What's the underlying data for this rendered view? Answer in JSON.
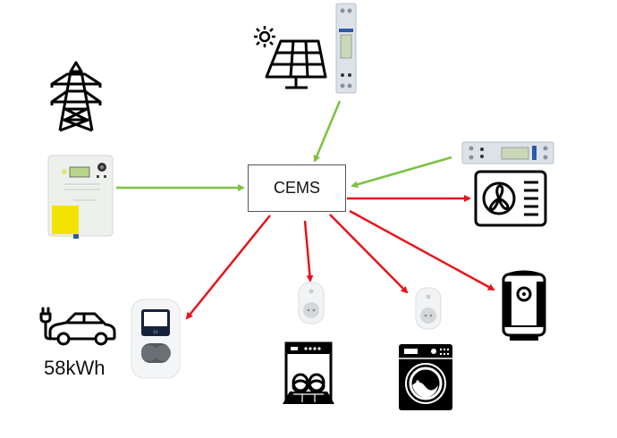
{
  "diagram": {
    "center_node": {
      "label": "CEMS"
    },
    "ev": {
      "capacity_label": "58kWh"
    },
    "colors": {
      "supply_arrow": "#7cc242",
      "load_arrow": "#e8141b",
      "icon": "#000000",
      "device_body": "#e9ecef",
      "device_screen": "#c9d9b8",
      "meter_blue": "#2a5aa8",
      "yellow_cover": "#f2e400"
    },
    "nodes": [
      {
        "id": "grid-pylon",
        "kind": "grid"
      },
      {
        "id": "smart-meter",
        "kind": "meter"
      },
      {
        "id": "solar-panel",
        "kind": "pv"
      },
      {
        "id": "pv-din-meter",
        "kind": "meter"
      },
      {
        "id": "hvac-din-meter",
        "kind": "meter"
      },
      {
        "id": "air-conditioner",
        "kind": "load"
      },
      {
        "id": "ev-car",
        "kind": "load"
      },
      {
        "id": "ev-wallbox",
        "kind": "charger"
      },
      {
        "id": "smart-plug-dishwasher",
        "kind": "plug"
      },
      {
        "id": "dishwasher",
        "kind": "load"
      },
      {
        "id": "smart-plug-washer",
        "kind": "plug"
      },
      {
        "id": "washing-machine",
        "kind": "load"
      },
      {
        "id": "water-heater",
        "kind": "load"
      }
    ],
    "edges": [
      {
        "from": "smart-meter",
        "to": "CEMS",
        "type": "supply"
      },
      {
        "from": "pv-din-meter",
        "to": "CEMS",
        "type": "supply"
      },
      {
        "from": "hvac-din-meter",
        "to": "CEMS",
        "type": "supply"
      },
      {
        "from": "CEMS",
        "to": "air-conditioner",
        "type": "load"
      },
      {
        "from": "CEMS",
        "to": "ev-wallbox",
        "type": "load"
      },
      {
        "from": "CEMS",
        "to": "smart-plug-dishwasher",
        "type": "load"
      },
      {
        "from": "CEMS",
        "to": "smart-plug-washer",
        "type": "load"
      },
      {
        "from": "CEMS",
        "to": "water-heater",
        "type": "load"
      }
    ]
  }
}
